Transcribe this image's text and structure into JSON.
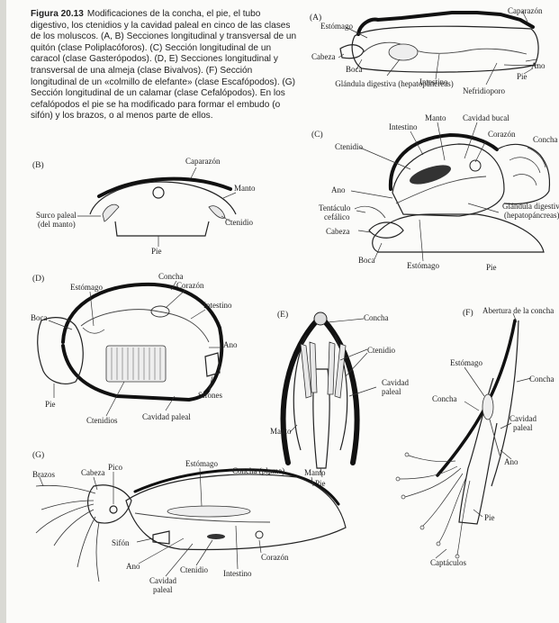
{
  "figure": {
    "number": "Figura 20.13",
    "caption": "Modificaciones de la concha, el pie, el tubo digestivo, los ctenidios y la cavidad paleal en cinco de las clases de los moluscos. (A, B) Secciones longitudinal y transversal de un quitón (clase Poliplacóforos). (C) Sección longitudinal de un caracol (clase Gasterópodos). (D, E) Secciones longitudinal y transversal de una almeja (clase Bivalvos). (F) Sección longitudinal de un «colmillo de elefante» (clase Escafópodos). (G) Sección longitudinal de un calamar (clase Cefalópodos). En los cefalópodos el pie se ha modificado para formar el embudo (o sifón) y los brazos, o al menos parte de ellos."
  },
  "panels": {
    "A": {
      "letter": "(A)",
      "labels": {
        "caparazon": "Caparazón",
        "estomago": "Estómago",
        "cabeza": "Cabeza",
        "boca": "Boca",
        "glandula": "Glándula digestiva (hepatopáncreas)",
        "intestino": "Intestino",
        "nefridioporo": "Nefridioporo",
        "ano": "Ano",
        "pie": "Pie"
      }
    },
    "B": {
      "letter": "(B)",
      "labels": {
        "caparazon": "Caparazón",
        "manto": "Manto",
        "surco_l1": "Surco paleal",
        "surco_l2": "(del manto)",
        "ctenidio": "Ctenidio",
        "pie": "Pie"
      }
    },
    "C": {
      "letter": "(C)",
      "labels": {
        "manto": "Manto",
        "intestino": "Intestino",
        "cavidad_bucal": "Cavidad bucal",
        "corazon": "Corazón",
        "concha": "Concha",
        "ctenidio": "Ctenidio",
        "glandula_l1": "Glándula digestiva",
        "glandula_l2": "(hepatopáncreas)",
        "ano": "Ano",
        "tentaculo_l1": "Tentáculo",
        "tentaculo_l2": "cefálico",
        "cabeza": "Cabeza",
        "boca": "Boca",
        "estomago": "Estómago",
        "pie": "Pie"
      }
    },
    "D": {
      "letter": "(D)",
      "labels": {
        "concha": "Concha",
        "estomago": "Estómago",
        "corazon": "Corazón",
        "intestino": "Intestino",
        "boca": "Boca",
        "ano": "Ano",
        "sifones": "Sifones",
        "pie": "Pie",
        "ctenidios": "Ctenidios",
        "cavidad_paleal": "Cavidad paleal"
      }
    },
    "E": {
      "letter": "(E)",
      "labels": {
        "concha": "Concha",
        "ctenidio": "Ctenidio",
        "cavidad_l1": "Cavidad",
        "cavidad_l2": "paleal",
        "manto": "Manto",
        "pie": "Pie"
      }
    },
    "F": {
      "letter": "(F)",
      "labels": {
        "abertura": "Abertura de la concha",
        "estomago": "Estómago",
        "concha_right": "Concha",
        "concha_left": "Concha",
        "cavidad_l1": "Cavidad",
        "cavidad_l2": "paleal",
        "ano": "Ano",
        "pie": "Pie",
        "captaculos": "Captáculos"
      }
    },
    "G": {
      "letter": "(G)",
      "labels": {
        "brazos": "Brazos",
        "cabeza": "Cabeza",
        "pico": "Pico",
        "estomago": "Estómago",
        "concha_pluma": "Concha (pluma)",
        "manto": "Manto",
        "sifon": "Sifón",
        "ano": "Ano",
        "cavidad_l1": "Cavidad",
        "cavidad_l2": "paleal",
        "ctenidio": "Ctenidio",
        "intestino": "Intestino",
        "corazon": "Corazón"
      }
    }
  }
}
